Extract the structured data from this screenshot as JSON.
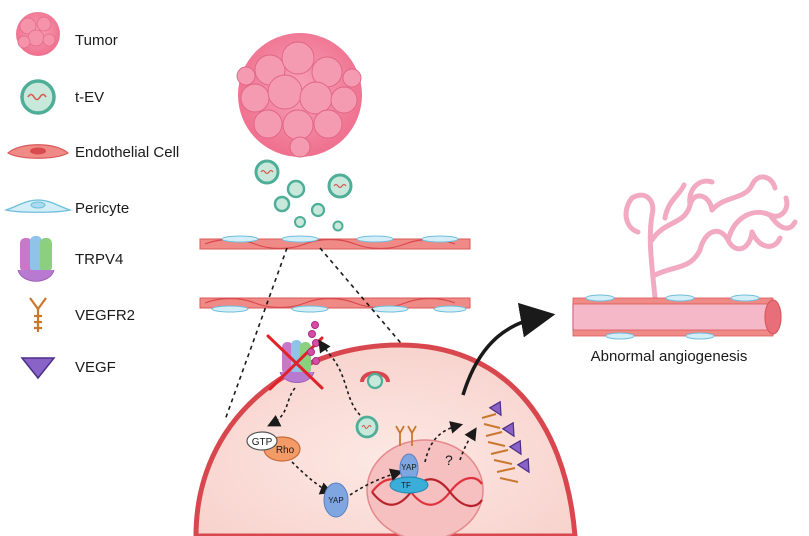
{
  "legend": {
    "items": [
      {
        "label": "Tumor",
        "icon": "tumor-icon"
      },
      {
        "label": "t-EV",
        "icon": "vesicle-icon"
      },
      {
        "label": "Endothelial Cell",
        "icon": "endothelial-cell-icon"
      },
      {
        "label": "Pericyte",
        "icon": "pericyte-icon"
      },
      {
        "label": "TRPV4",
        "icon": "trpv4-channel-icon"
      },
      {
        "label": "VEGFR2",
        "icon": "vegfr2-receptor-icon"
      },
      {
        "label": "VEGF",
        "icon": "vegf-triangle-icon"
      }
    ]
  },
  "cell": {
    "gtp_label": "GTP",
    "rho_label": "Rho",
    "yap_cytoplasm_label": "YAP",
    "yap_nucleus_label": "YAP",
    "tf_label": "TF",
    "question_mark": "?"
  },
  "caption": {
    "text": "Abnormal angiogenesis"
  },
  "colors": {
    "tumor": "#f47a96",
    "vessel_wall": "#e0525a",
    "cell_fill": "#fbe0dc",
    "vesicle": "#5bb8a4",
    "pericyte": "#8fcfe6",
    "vegf": "#8a63c9",
    "vegfr2": "#c9782e",
    "angio": "#f2a9c2"
  }
}
